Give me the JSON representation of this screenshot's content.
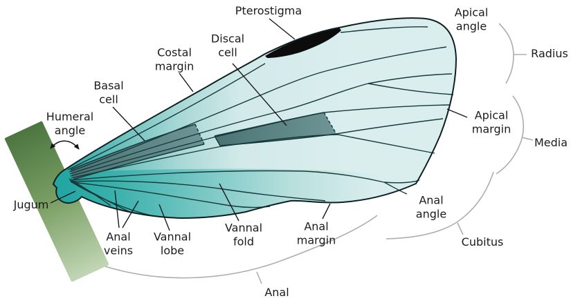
{
  "diagram": {
    "subject": "insect-wing-anatomy",
    "labels": {
      "pterostigma": "Pterostigma",
      "discal_cell": "Discal cell",
      "costal_margin": "Costal margin",
      "basal_cell": "Basal cell",
      "humeral_angle": "Humeral angle",
      "jugum": "Jugum",
      "anal_veins": "Anal veins",
      "vannal_lobe": "Vannal lobe",
      "vannal_fold": "Vannal fold",
      "anal_margin": "Anal margin",
      "apical_angle": "Apical angle",
      "radius": "Radius",
      "apical_margin": "Apical margin",
      "media": "Media",
      "anal_angle": "Anal angle",
      "cubitus": "Cubitus",
      "anal": "Anal"
    },
    "colors": {
      "wing_base_teal": "#2aa9a5",
      "wing_light": "#daeeee",
      "shaded_cell_dark": "#4b7374",
      "shaded_cell_light": "#6f9596",
      "pterostigma_fill": "#0c0c0c",
      "body_dark_green": "#4c7540",
      "body_light_green": "#c2d6b6",
      "vein_stroke": "#16393a",
      "outline_stroke": "#0e2021",
      "pointer_stroke": "#1a1a1a",
      "bracket_gray": "#adadad",
      "text": "#1b1b1b",
      "background": "#ffffff"
    }
  }
}
